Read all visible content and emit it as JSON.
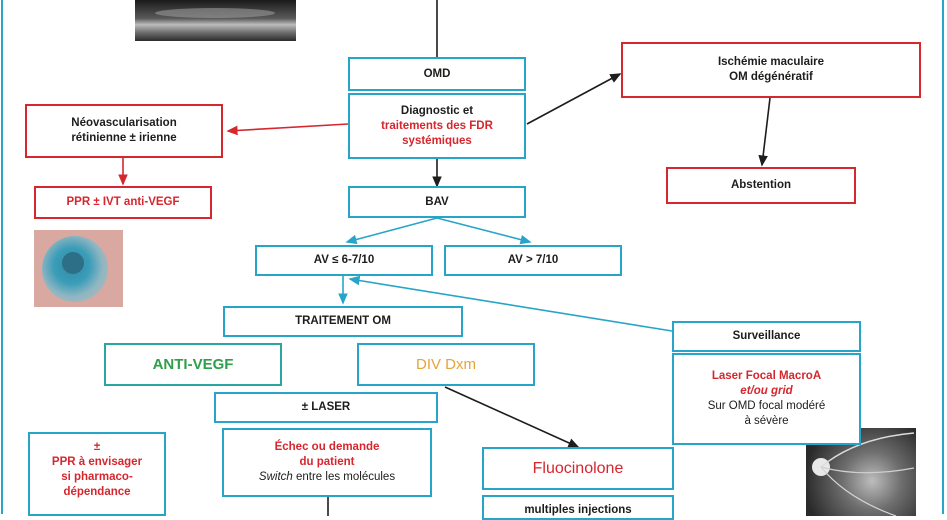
{
  "nodes": {
    "omd": "OMD",
    "diagnostic_line1": "Diagnostic et",
    "diagnostic_line2": "traitements des FDR",
    "diagnostic_line3": "systémiques",
    "neovasc_line1": "Néovascularisation",
    "neovasc_line2": "rétinienne ± irienne",
    "ppr_ivt": "PPR ± IVT anti-VEGF",
    "ischemie_line1": "Ischémie maculaire",
    "ischemie_line2": "OM dégénératif",
    "abstention": "Abstention",
    "bav": "BAV",
    "av_low": "AV ≤ 6-7/10",
    "av_high": "AV > 7/10",
    "traitement_om": "TRAITEMENT OM",
    "anti_vegf": "ANTI-VEGF",
    "div_dxm": "DIV Dxm",
    "laser": "± LASER",
    "echec_line1": "Échec ou demande",
    "echec_line2": "du patient",
    "switch_word": "Switch",
    "switch_rest": " entre les molécules",
    "surveillance": "Surveillance",
    "laser_focal_line1": "Laser Focal MacroA",
    "laser_focal_line2a": "et/ou ",
    "laser_focal_line2b": "grid",
    "laser_focal_line3": "Sur OMD focal modéré",
    "laser_focal_line4": "à sévère",
    "fluocinolone": "Fluocinolone",
    "multiples": "multiples injections",
    "ppr_env_line1": "±",
    "ppr_env_line2": "PPR à envisager",
    "ppr_env_line3": "si pharmaco-",
    "ppr_env_line4": "dépendance"
  },
  "images": {
    "oct": "oct-scan-image",
    "eye": "eye-photo-image",
    "angio": "fluorescein-angiography-image",
    "fundus_small": "fundus-image"
  },
  "colors": {
    "blue": "#27a5c8",
    "red": "#d6262e",
    "green": "#2e9f4a",
    "gold": "#e6a33a"
  }
}
